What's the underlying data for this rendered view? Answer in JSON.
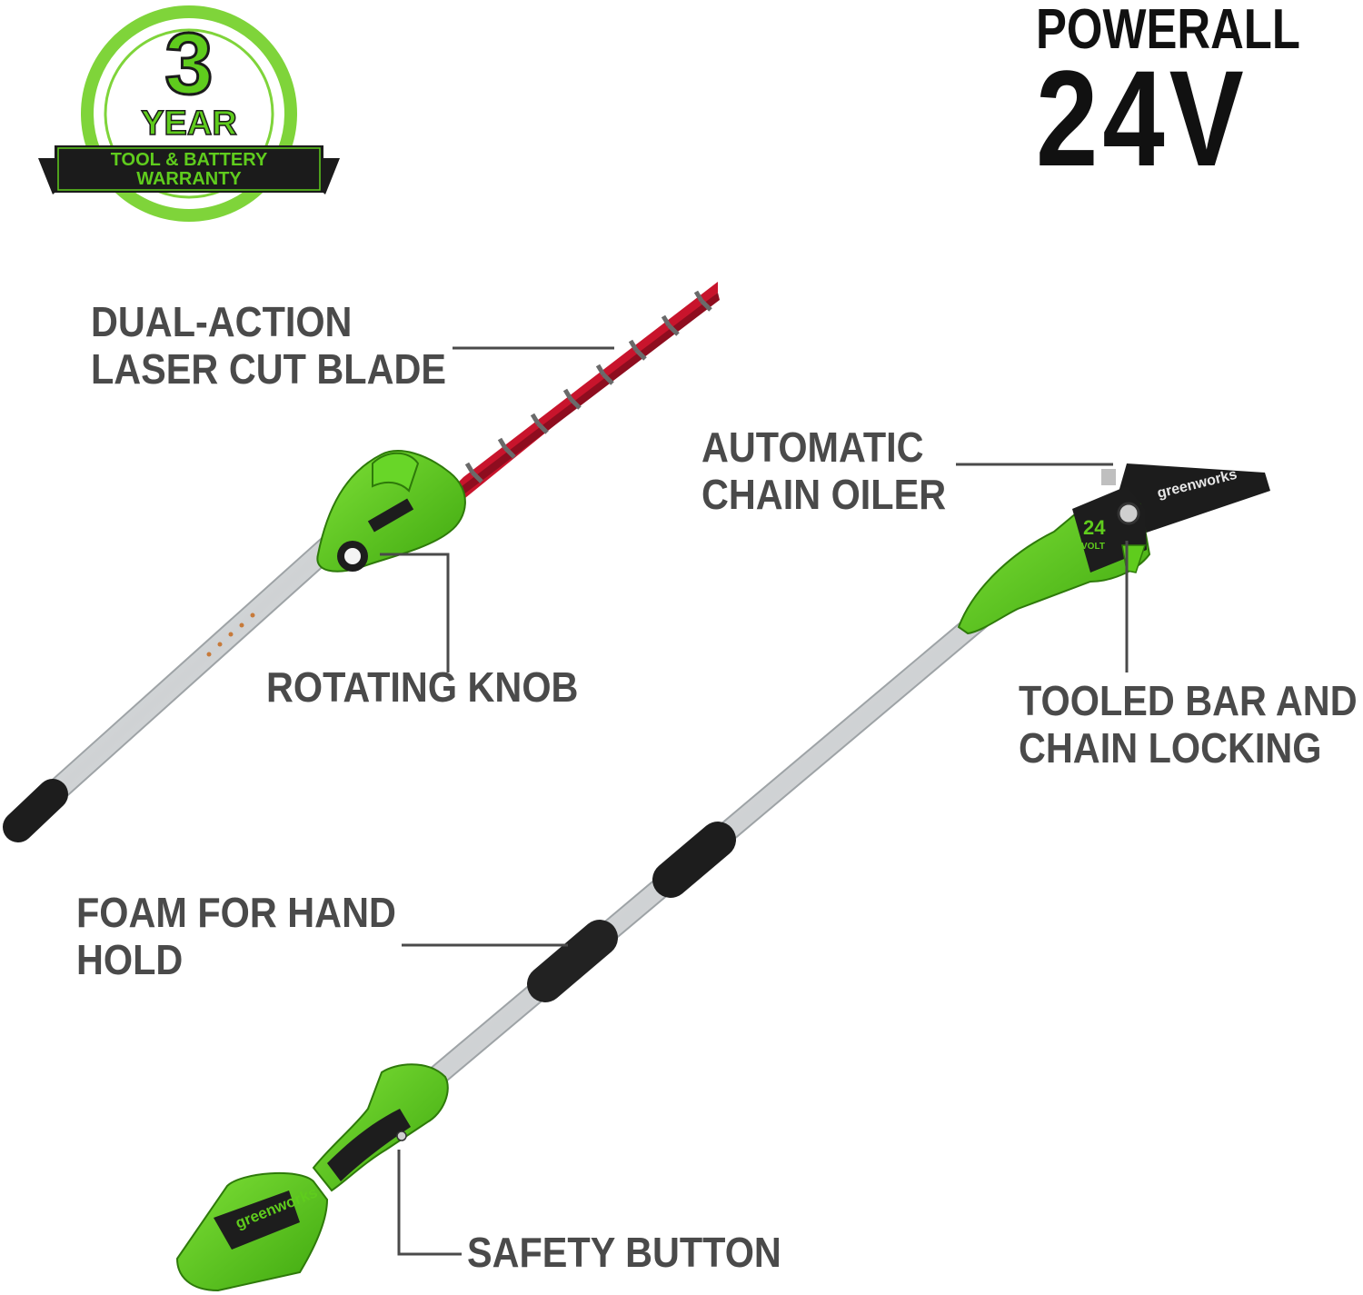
{
  "warranty_badge": {
    "number": "3",
    "year": "YEAR",
    "line1": "TOOL & BATTERY",
    "line2": "WARRANTY"
  },
  "brand": {
    "line1": "POWERALL",
    "line2": "24V"
  },
  "callouts": {
    "blade": [
      "DUAL-ACTION",
      "LASER CUT BLADE"
    ],
    "oiler": [
      "AUTOMATIC",
      "CHAIN OILER"
    ],
    "knob": [
      "ROTATING KNOB"
    ],
    "locking": [
      "TOOLED BAR AND",
      "CHAIN LOCKING"
    ],
    "foam": [
      "FOAM FOR HAND",
      "HOLD"
    ],
    "safety": [
      "SAFETY BUTTON"
    ]
  },
  "product_marks": {
    "saw_logo": "greenworks",
    "saw_voltage": "24",
    "saw_volt_word": "VOLT",
    "battery_logo": "greenworks"
  },
  "colors": {
    "green": "#5fcc1d",
    "dark": "#1b1b1b",
    "blade_red": "#c8142c",
    "text_gray": "#4a4a4a"
  }
}
